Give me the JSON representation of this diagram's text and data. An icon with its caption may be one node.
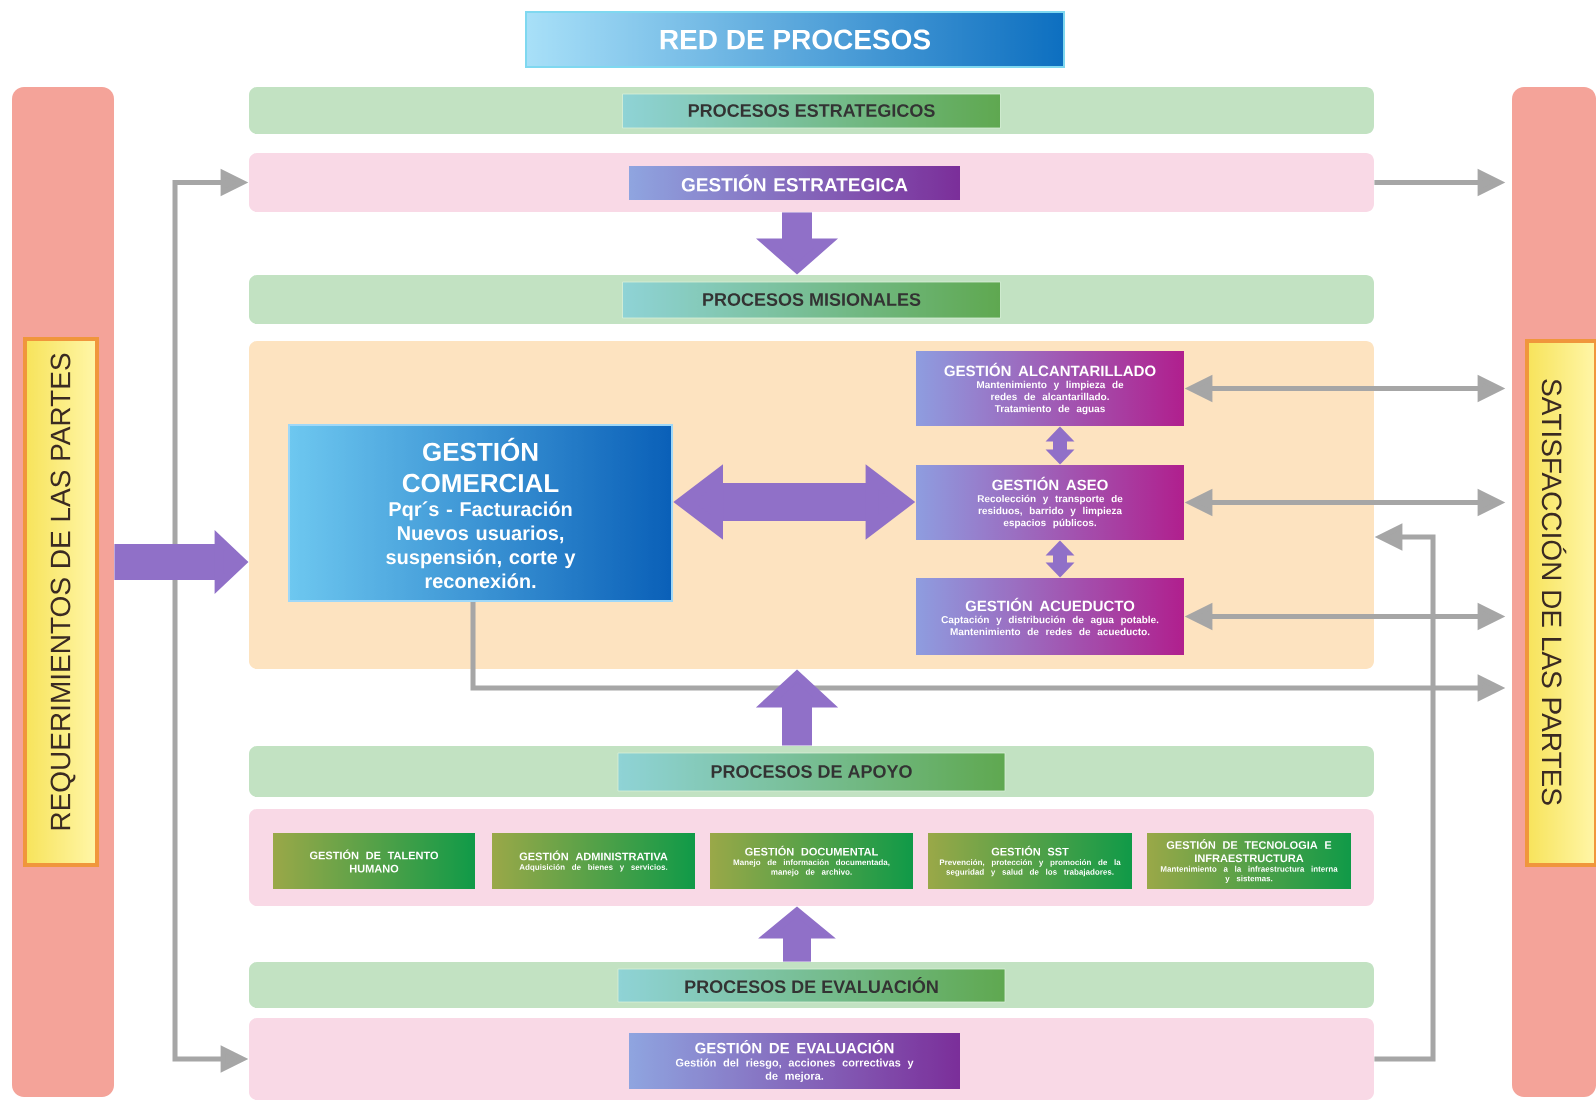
{
  "diagram": {
    "title": "RED DE PROCESOS",
    "nodes": [
      {
        "text": [
          "REQUERIMIENTOS DE LAS PARTES"
        ]
      },
      {
        "text": [
          "SATISFACCIÓN DE LAS PARTES"
        ]
      },
      {
        "text": [
          "PROCESOS ESTRATEGICOS"
        ]
      },
      {
        "text": [],
        "shape": "box"
      },
      {
        "text": [
          "GESTIÓN ESTRATEGICA"
        ],
        "in": 3
      },
      {
        "text": [
          "PROCESOS MISIONALES"
        ]
      },
      {
        "text": [],
        "shape": "box"
      },
      {
        "text": [
          "GESTIÓN COMERCIAL",
          "Pqr´s - Facturación",
          "Nuevos usuarios, suspensión, corte y reconexión."
        ],
        "in": 6
      },
      {
        "text": [
          "GESTIÓN ALCANTARILLADO",
          "Mantenimiento y limpieza de redes de alcantarillado. Tratamiento de aguas"
        ],
        "in": 6
      },
      {
        "text": [
          "GESTIÓN ASEO",
          "Recolección y transporte de residuos, barrido y limpieza espacios públicos."
        ],
        "in": 6
      },
      {
        "text": [
          "GESTIÓN ACUEDUCTO",
          "Captación y distribución de agua potable. Mantenimiento de redes de acueducto."
        ],
        "in": 6
      },
      {
        "text": [
          "PROCESOS DE APOYO"
        ]
      },
      {
        "text": [],
        "shape": "box"
      },
      {
        "text": [
          "GESTIÓN DE TALENTO HUMANO"
        ],
        "in": 12
      },
      {
        "text": [
          "GESTIÓN ADMINISTRATIVA",
          "Adquisición de bienes y servicios."
        ],
        "in": 12
      },
      {
        "text": [
          "GESTIÓN DOCUMENTAL",
          "Manejo de información documentada, manejo de archivo."
        ],
        "in": 12
      },
      {
        "text": [
          "GESTIÓN SST",
          "Prevención, protección y promoción de la seguridad y salud de los trabajadores."
        ],
        "in": 12
      },
      {
        "text": [
          "GESTIÓN DE TECNOLOGIA E INFRAESTRUCTURA",
          "Mantenimiento a la infraestructura interna y sistemas."
        ],
        "in": 12
      },
      {
        "text": [
          "PROCESOS DE EVALUACIÓN"
        ]
      },
      {
        "text": [],
        "shape": "box"
      },
      {
        "text": [
          "GESTIÓN DE EVALUACIÓN",
          "Gestión del riesgo, acciones correctivas y de mejora."
        ],
        "in": 19
      }
    ],
    "edges": [
      {
        "from": 3,
        "to": 5,
        "arrow": "to",
        "style": "thick",
        "color": "#9070c8"
      },
      {
        "from": 3,
        "to": 1,
        "arrow": "to"
      },
      {
        "from": 3,
        "to": 19,
        "arrow": "both"
      },
      {
        "from": 0,
        "to": 6,
        "arrow": "to",
        "style": "thick",
        "color": "#9070c8"
      },
      {
        "from": 7,
        "to": 9,
        "arrow": "both",
        "style": "thick",
        "color": "#9070c8"
      },
      {
        "from": 8,
        "to": 9,
        "arrow": "both",
        "style": "thick",
        "color": "#9070c8"
      },
      {
        "from": 9,
        "to": 10,
        "arrow": "both",
        "style": "thick",
        "color": "#9070c8"
      },
      {
        "from": 8,
        "to": 1,
        "arrow": "both"
      },
      {
        "from": 9,
        "to": 1,
        "arrow": "both"
      },
      {
        "from": 10,
        "to": 1,
        "arrow": "both"
      },
      {
        "from": 7,
        "to": 1,
        "arrow": "to"
      },
      {
        "from": 11,
        "to": 6,
        "arrow": "to",
        "style": "thick",
        "color": "#9070c8"
      },
      {
        "from": 18,
        "to": 12,
        "arrow": "to",
        "style": "thick",
        "color": "#9070c8"
      },
      {
        "from": 19,
        "to": 6,
        "arrow": "to"
      }
    ]
  }
}
